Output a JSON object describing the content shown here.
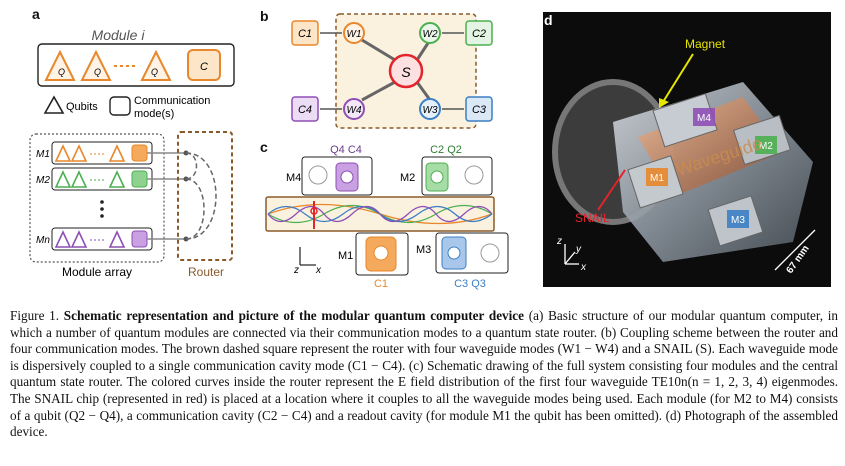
{
  "panels": {
    "a": {
      "label": "a",
      "module_title": "Module i",
      "qubit_labels": [
        "Q_i^1",
        "Q_i^2",
        "Q_i^n"
      ],
      "cavity_label": "C_i",
      "legend_qubits": "Qubits",
      "legend_comm_line1": "Communication",
      "legend_comm_line2": "mode(s)",
      "module_rows": [
        "M1",
        "M2",
        "Mn"
      ],
      "module_array_label": "Module array",
      "router_label": "Router"
    },
    "b": {
      "label": "b",
      "center": "S",
      "waveguides": [
        "W1",
        "W2",
        "W3",
        "W4"
      ],
      "cavities": [
        "C1",
        "C2",
        "C3",
        "C4"
      ]
    },
    "c": {
      "label": "c",
      "top_left_label": "Q4 C4",
      "top_right_label": "C2 Q2",
      "m4": "M4",
      "m2": "M2",
      "m1": "M1",
      "m3": "M3",
      "bottom_left_label": "C1",
      "bottom_right_label": "C3 Q3",
      "axis_z": "z",
      "axis_x": "x"
    },
    "d": {
      "label": "d",
      "magnet": "Magnet",
      "waveguide": "Waveguide",
      "snail": "SNAIL",
      "module_tags": [
        "M4",
        "M2",
        "M1",
        "M3"
      ],
      "axis_z": "z",
      "axis_y": "y",
      "axis_x": "x",
      "scale": "67 mm"
    }
  },
  "colors": {
    "orange": "#e8872b",
    "green": "#4caf50",
    "blue": "#3b7fc4",
    "purple": "#8e4fb5",
    "router": "#8a5a2b",
    "router_fill": "#fbf1df",
    "snail_red": "#e3242b",
    "magnet": "#e6e600"
  },
  "caption": {
    "lead": "Figure 1.",
    "bold": "Schematic representation and picture of the modular quantum computer device",
    "body": "(a) Basic structure of our modular quantum computer, in which a number of quantum modules are connected via their communication modes to a quantum state router. (b) Coupling scheme between the router and four communication modes. The brown dashed square represent the router with four waveguide modes (W1 − W4) and a SNAIL (S). Each waveguide mode is dispersively coupled to a single communication cavity mode (C1 − C4). (c) Schematic drawing of the full system consisting four modules and the central quantum state router. The colored curves inside the router represent the E field distribution of the first four waveguide TE10n(n = 1, 2, 3, 4) eigenmodes. The SNAIL chip (represented in red) is placed at a location where it couples to all the waveguide modes being used. Each module (for M2 to M4) consists of a qubit (Q2 − Q4), a communication cavity (C2 − C4) and a readout cavity (for module M1 the qubit has been omitted). (d) Photograph of the assembled device."
  }
}
